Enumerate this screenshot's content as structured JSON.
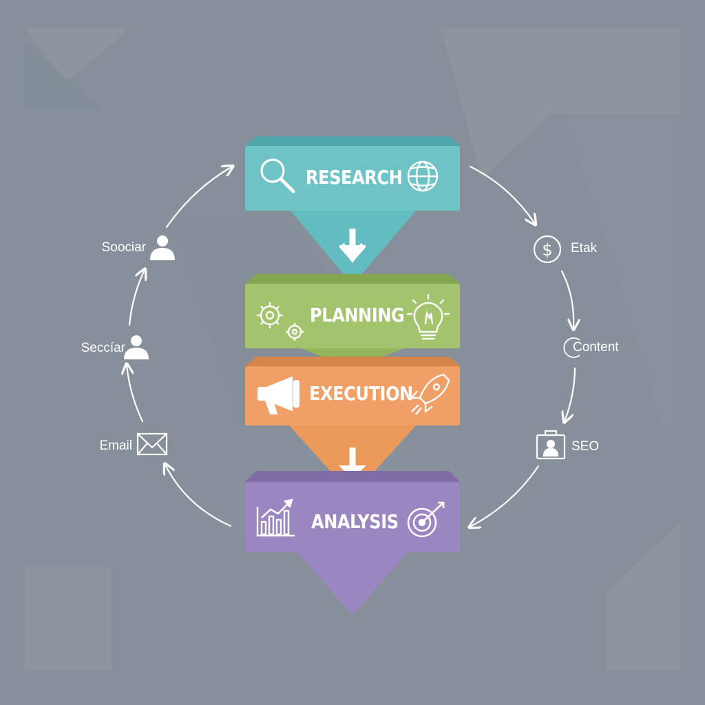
{
  "stages": [
    {
      "id": "research",
      "label": "RESEARCH",
      "color": "#6ec3c6",
      "shadow": "#4fa7ab",
      "icons": [
        "magnifier-icon",
        "globe-icon"
      ]
    },
    {
      "id": "planning",
      "label": "PLANNING",
      "color": "#a3c46c",
      "shadow": "#84a64e",
      "icons": [
        "gears-icon",
        "lightbulb-icon"
      ]
    },
    {
      "id": "execution",
      "label": "EXECUTION",
      "color": "#f0a066",
      "shadow": "#d5844a",
      "icons": [
        "megaphone-icon",
        "rocket-icon"
      ]
    },
    {
      "id": "analysis",
      "label": "ANALYSIS",
      "color": "#9a86c0",
      "shadow": "#7f6ca6",
      "icons": [
        "bar-chart-icon",
        "target-icon"
      ]
    }
  ],
  "left_channels": [
    {
      "label": "Soociar",
      "icon": "user-icon"
    },
    {
      "label": "Seccíar",
      "icon": "user-icon"
    },
    {
      "label": "Email",
      "icon": "envelope-icon"
    }
  ],
  "right_channels": [
    {
      "label": "Etak",
      "icon": "dollar-icon"
    },
    {
      "label": "Content",
      "icon": "circle-icon"
    },
    {
      "label": "SEO",
      "icon": "photo-id-icon"
    }
  ],
  "colors": {
    "background": "#87909a",
    "background_shapes": "#939ba5",
    "line": "#ffffff"
  }
}
